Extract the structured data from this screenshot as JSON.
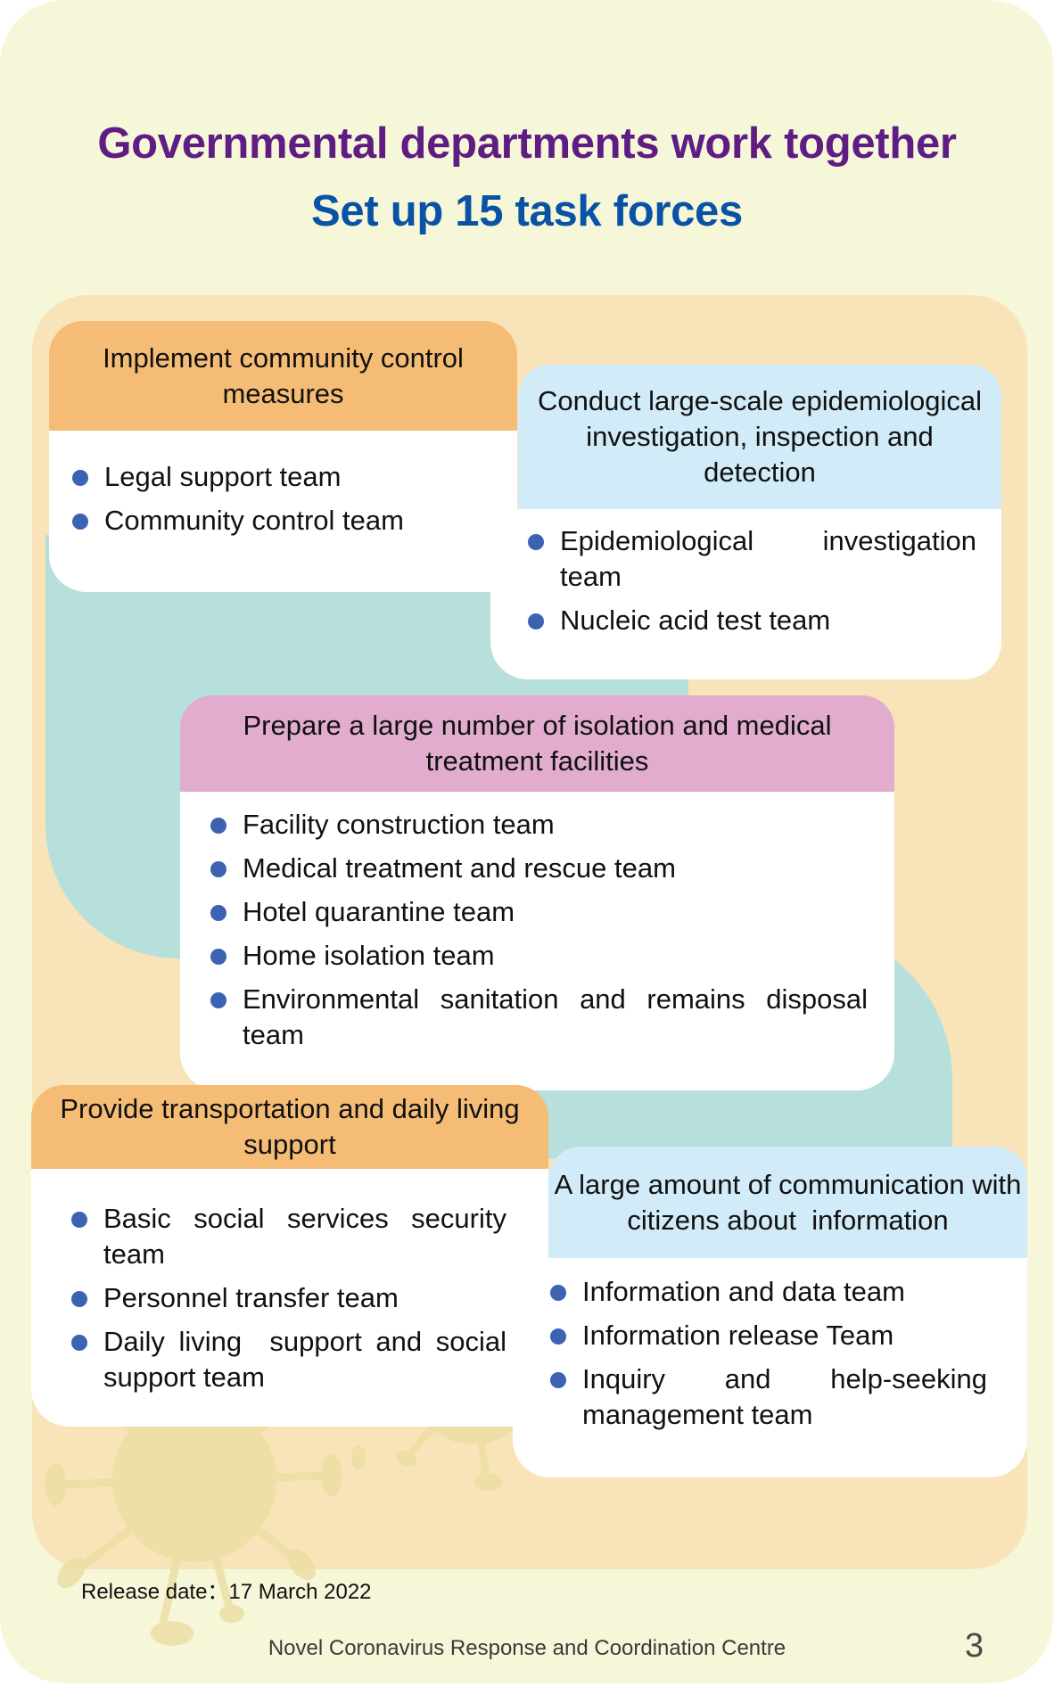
{
  "title": {
    "main": "Governmental departments work together",
    "sub": "Set up 15 task forces"
  },
  "colors": {
    "background": "#f6f7d9",
    "panel": "#f8e4b8",
    "teal_shape": "#b7dfdb",
    "title_main": "#5f1d84",
    "title_sub": "#0a52a6",
    "header_orange": "#f5bc76",
    "header_blue": "#d1ebf8",
    "header_pink": "#e1acce",
    "bullet": "#3b63b1"
  },
  "cards": [
    {
      "title": "Implement community control measures",
      "items": [
        "Legal support team",
        "Community control team"
      ]
    },
    {
      "title": "Conduct large-scale epidemiological investigation, inspection and  detection",
      "items": [
        "Epidemiological investigation team",
        "Nucleic acid test team"
      ]
    },
    {
      "title": "Prepare a large number of isolation and medical treatment facilities",
      "items": [
        "Facility construction team",
        "Medical treatment and rescue team",
        "Hotel quarantine team",
        "Home isolation team",
        "Environmental sanitation and remains disposal team"
      ]
    },
    {
      "title": "Provide transportation and daily living support",
      "items": [
        "Basic social services security team",
        "Personnel transfer team",
        "Daily living  support and social support team"
      ]
    },
    {
      "title": "A large amount of communication with citizens about  information",
      "items": [
        "Information and data team",
        "Information release Team",
        "Inquiry and help-seeking management  team"
      ]
    }
  ],
  "decorations": {
    "icons": [
      "virus-icon",
      "virus-icon"
    ]
  },
  "footer": {
    "release_date": "Release date：17 March 2022",
    "organization": "Novel Coronavirus Response and Coordination Centre",
    "page_number": "3"
  }
}
